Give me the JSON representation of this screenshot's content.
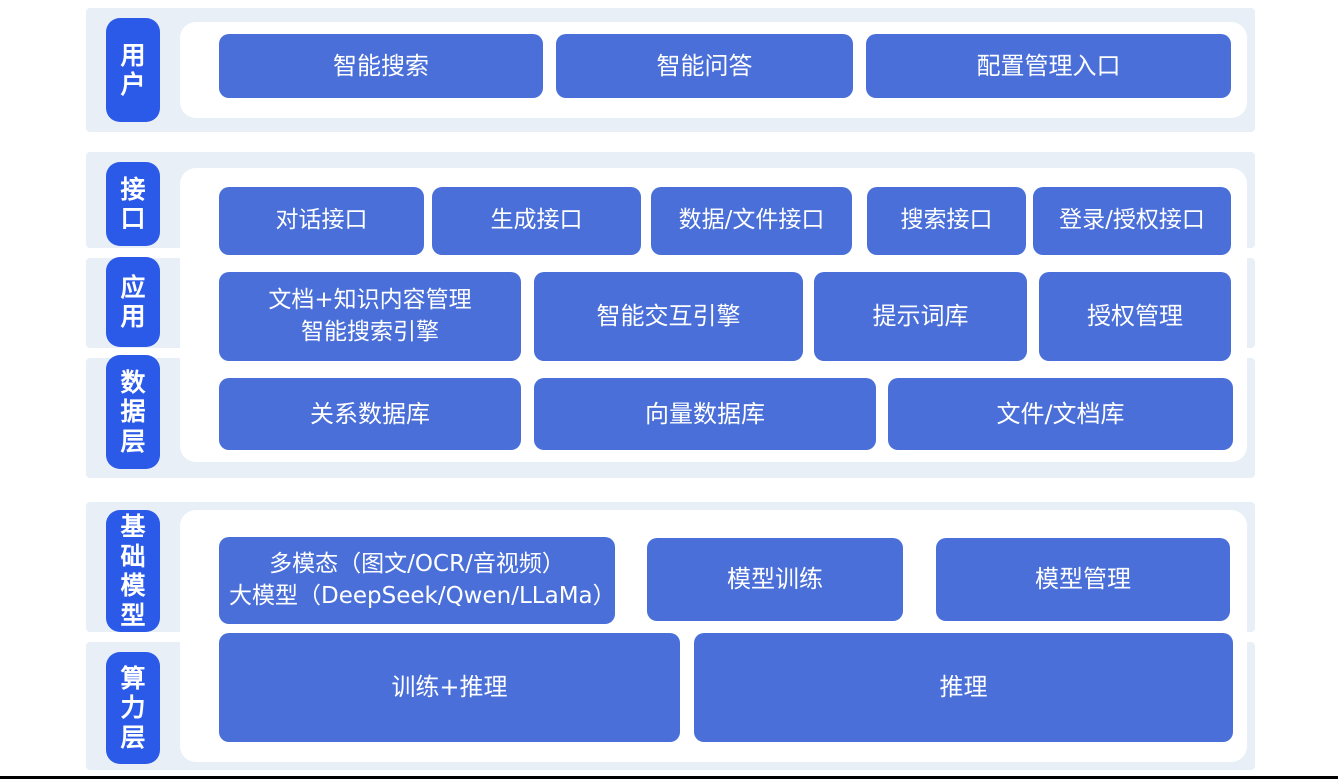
{
  "colors": {
    "section_label_bg": "#2B59E8",
    "button_bg": "#4A6FD9",
    "band_bg": "#E9EFF7",
    "panel_bg": "#FFFFFF",
    "text": "#FFFFFF",
    "footer_line": "#000000"
  },
  "sections": [
    {
      "name": "user",
      "label": "用户",
      "rows": [
        {
          "buttons": [
            "智能搜索",
            "智能问答",
            "配置管理入口"
          ]
        }
      ]
    },
    {
      "name": "platform",
      "labels": [
        "接口",
        "应用",
        "数据层"
      ],
      "rows": [
        {
          "buttons": [
            "对话接口",
            "生成接口",
            "数据/文件接口",
            "搜索接口",
            "登录/授权接口"
          ]
        },
        {
          "buttons": [
            "文档+知识内容管理\n智能搜索引擎",
            "智能交互引擎",
            "提示词库",
            "授权管理"
          ]
        },
        {
          "buttons": [
            "关系数据库",
            "向量数据库",
            "文件/文档库"
          ]
        }
      ]
    },
    {
      "name": "foundation",
      "labels": [
        "基础模型",
        "算力层"
      ],
      "rows": [
        {
          "buttons": [
            "多模态（图文/OCR/音视频）\n大模型（DeepSeek/Qwen/LLaMa）",
            "模型训练",
            "模型管理"
          ]
        },
        {
          "buttons": [
            "训练+推理",
            "推理"
          ]
        }
      ]
    }
  ]
}
